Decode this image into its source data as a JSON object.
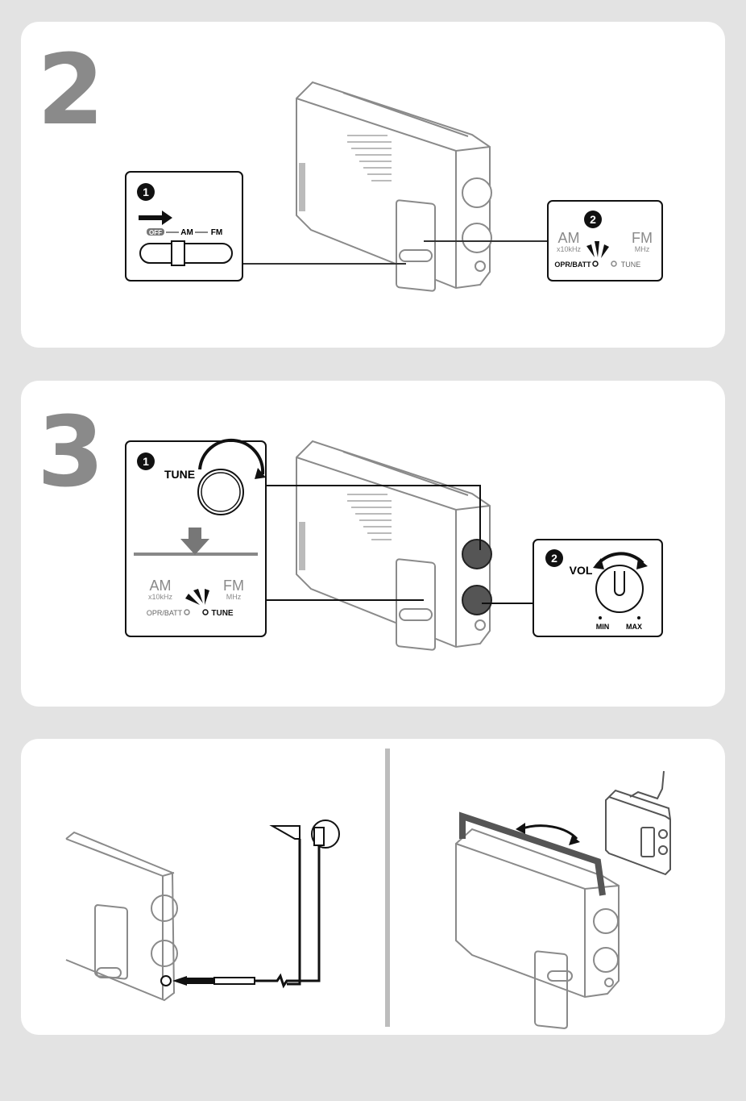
{
  "steps": {
    "step2": {
      "number": "2",
      "sub1": "1",
      "sub2": "2",
      "switch_labels": {
        "off": "OFF",
        "am": "AM",
        "fm": "FM"
      },
      "indicator": {
        "am": "AM",
        "am_unit": "x10kHz",
        "fm": "FM",
        "fm_unit": "MHz",
        "opr_batt": "OPR/BATT",
        "tune": "TUNE"
      }
    },
    "step3": {
      "number": "3",
      "sub1": "1",
      "sub2": "2",
      "tune_label": "TUNE",
      "indicator": {
        "am": "AM",
        "am_unit": "x10kHz",
        "fm": "FM",
        "fm_unit": "MHz",
        "opr_batt": "OPR/BATT",
        "tune": "TUNE"
      },
      "vol": {
        "label": "VOL",
        "min": "MIN",
        "max": "MAX"
      }
    }
  },
  "colors": {
    "step_number": "#8a8a8a",
    "background": "#e3e3e3",
    "panel": "#ffffff",
    "line": "#888888",
    "divider": "#bdbdbd"
  }
}
